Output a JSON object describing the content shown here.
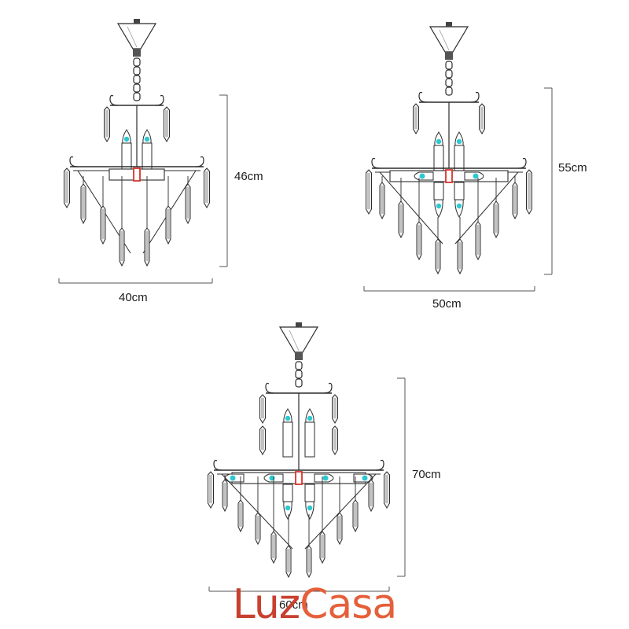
{
  "colors": {
    "line": "#2b2b2b",
    "bulb": "#2ec8d0",
    "marker": "#d8342a",
    "brand_luz": "#c8402f",
    "brand_casa": "#e5603a"
  },
  "chandeliers": [
    {
      "id": "small",
      "width_label": "40cm",
      "height_label": "46cm"
    },
    {
      "id": "medium",
      "width_label": "50cm",
      "height_label": "55cm"
    },
    {
      "id": "large",
      "width_label": "60cm",
      "height_label": "70cm"
    }
  ],
  "brand": {
    "part1": "Luz",
    "part2": "Casa"
  }
}
